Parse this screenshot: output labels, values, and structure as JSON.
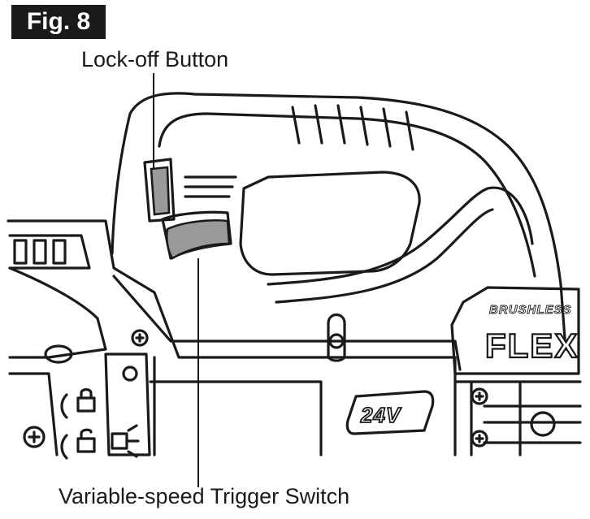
{
  "figure": {
    "label": "Fig. 8"
  },
  "callouts": {
    "lock_off": "Lock-off Button",
    "trigger": "Variable-speed Trigger Switch"
  },
  "tool": {
    "brand": "FLEX",
    "badge": "BRUSHLESS",
    "voltage": "24V"
  },
  "colors": {
    "ink": "#1a1a1a",
    "highlight": "#9a9a9a",
    "paper": "#ffffff"
  }
}
